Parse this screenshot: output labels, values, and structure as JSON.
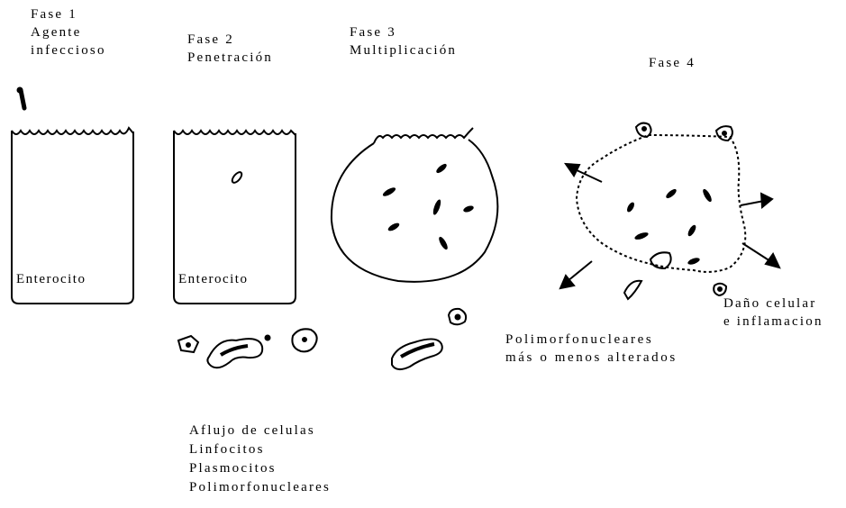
{
  "phase1": {
    "title": "Fase 1",
    "lines": [
      "Agente",
      "infeccioso"
    ]
  },
  "phase2": {
    "title": "Fase 2",
    "lines": [
      "Penetración"
    ]
  },
  "phase3": {
    "title": "Fase 3",
    "lines": [
      "Multiplicación"
    ]
  },
  "phase4": {
    "title": "Fase 4"
  },
  "cell1_label": "Enterocito",
  "cell2_label": "Enterocito",
  "damage": [
    "Daño celular",
    "e inflamacion"
  ],
  "polys": [
    "Polimorfonucleares",
    "más o menos alterados"
  ],
  "influx": [
    "Aflujo de celulas",
    "Linfocitos",
    "Plasmocitos",
    "Polimorfonucleares"
  ]
}
